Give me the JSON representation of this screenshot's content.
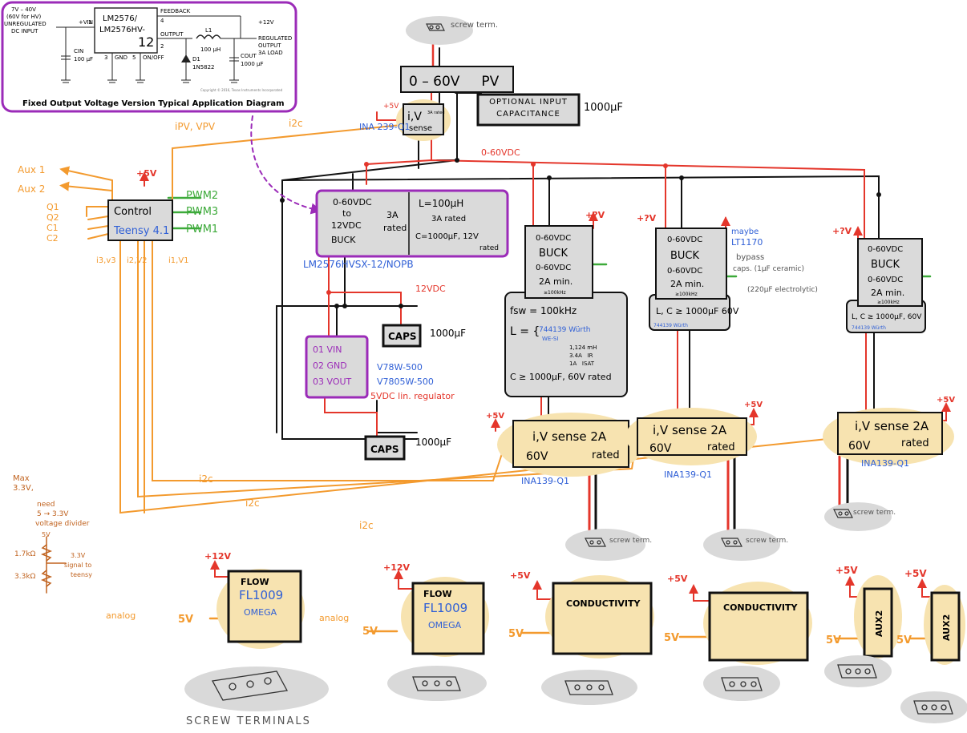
{
  "colors": {
    "orange": "#f39a2e",
    "red": "#e4362b",
    "blue": "#2f5fd6",
    "green": "#3daa3a",
    "purple": "#9b2bb8",
    "grey_box": "#dadada",
    "yellow_bg": "#f7e3b0",
    "brown": "#c0621e"
  },
  "datasheet": {
    "v_in_line1": "7V – 40V",
    "v_in_line2": "(60V for HV)",
    "v_in_line3": "UNREGULATED",
    "v_in_line4": "DC INPUT",
    "vin_pin": "+VIN",
    "chip1": "LM2576/",
    "chip2": "LM2576HV-",
    "chip3": "12",
    "feedback": "FEEDBACK",
    "pin4": "4",
    "pin1": "1",
    "pin2": "2",
    "pin3": "3",
    "pin5": "5",
    "gnd": "GND",
    "onoff": "ON/OFF",
    "output": "OUTPUT",
    "l1": "L1",
    "l1val": "100 µH",
    "d1": "D1",
    "d1part": "1N5822",
    "cin": "CIN",
    "cinval": "100 µF",
    "cout": "COUT",
    "coutval": "1000 µF",
    "out1": "+12V",
    "out2": "REGULATED",
    "out3": "OUTPUT",
    "out4": "3A LOAD",
    "copyright": "Copyright © 2016, Texas Instruments Incorporated",
    "caption": "Fixed Output Voltage Version Typical Application Diagram"
  },
  "top": {
    "screw_term": "screw term.",
    "pv_box": "0 – 60V     PV",
    "sense_box_line1": "i,V",
    "sense_box_rated": "3A rated",
    "sense_box_line2": "sense",
    "plus5v": "+5V",
    "ina239": "INA 239-Q1",
    "optional_cap": "OPTIONAL INPUT CAPACITANCE",
    "cap_val": "1000µF",
    "bus_label": "0-60VDC",
    "i2c_label": "i2c",
    "ipv_label": "iPV, VPV"
  },
  "control": {
    "box_line1": "Control",
    "box_line2": "Teensy 4.1",
    "plus5v": "+5V",
    "aux1": "Aux 1",
    "aux2": "Aux 2",
    "q1": "Q1",
    "q2": "Q2",
    "c1": "C1",
    "c2": "C2",
    "pwm2": "PWM2",
    "pwm3": "PWM3",
    "pwm1": "PWM1",
    "i3v3": "i3,v3",
    "i2v2": "i2,V2",
    "i1v1": "i1,V1"
  },
  "buck12": {
    "left_line1": "0-60VDC",
    "left_line2": "to",
    "left_line3": "12VDC",
    "left_line4": "BUCK",
    "mid1": "3A",
    "mid2": "rated",
    "right1": "L=100µH",
    "right2": "3A rated",
    "right3": "C=1000µF, 12V",
    "right4": "rated",
    "part": "LM2576HVSX-12/NOPB",
    "out12": "12VDC",
    "caps": "CAPS",
    "caps_val": "1000µF"
  },
  "reg5": {
    "pin1": "01 VIN",
    "pin2": "02 GND",
    "pin3": "03 VOUT",
    "part1": "V78W-500",
    "part2": "V7805W-500",
    "out_label": "5VDC lin. regulator",
    "caps": "CAPS",
    "caps_val": "1000µF"
  },
  "buck1": {
    "l1": "0-60VDC",
    "l2": "BUCK",
    "l3": "0-60VDC",
    "l4": "2A min.",
    "l5": "≥100kHz",
    "plus": "+?V",
    "fsw": "fsw = 100kHz",
    "lval": "L = {",
    "lpart1": "744139 Würth",
    "lpart2": "WE-SI",
    "lspec1": "1,124 mH",
    "lspec2": "3.4A   IR",
    "lspec3": "1A   ISAT",
    "cval": "C ≥ 1000µF, 60V rated"
  },
  "buck2": {
    "l1": "0-60VDC",
    "l2": "BUCK",
    "l3": "0-60VDC",
    "l4": "2A min.",
    "l5": "≥100kHz",
    "plus": "+?V",
    "lc": "L, C ≥ 1000µF 60V",
    "lc_part": "744139 Würth",
    "maybe": "maybe",
    "lt": "LT1170",
    "bypass1": "bypass",
    "bypass2": "caps. (1µF ceramic)",
    "bypass3": "(220µF electrolytic)"
  },
  "buck3": {
    "l1": "0-60VDC",
    "l2": "BUCK",
    "l3": "0-60VDC",
    "l4": "2A min.",
    "l5": "≥100kHz",
    "plus": "+?V",
    "lc": "L, C ≥ 1000µF, 60V",
    "lc_part": "744139 Würth"
  },
  "sense": {
    "line1": "i,V sense 2A",
    "line2a": "60V",
    "line2b": "rated",
    "plus5v": "+5V",
    "part": "INA139-Q1"
  },
  "divider": {
    "max": "Max",
    "max2": "3.3V,",
    "need": "need",
    "range": "5 → 3.3V",
    "title": "voltage divider",
    "v5": "5V",
    "r1": "1.7kΩ",
    "r2": "3.3kΩ",
    "out1": "3.3V",
    "out2": "signal to",
    "out3": "teensy"
  },
  "bottom": {
    "i2c": "i2c",
    "analog": "analog",
    "plus12v": "+12V",
    "plus5v": "+5V",
    "five_v": "5V",
    "flow1": "FLOW",
    "flow2": "FL1009",
    "flow3": "OMEGA",
    "conductivity": "CONDUCTIVITY",
    "aux2": "AUX2",
    "screw_terminals": "SCREW TERMINALS"
  },
  "misc": {
    "screw_term": "screw term."
  }
}
